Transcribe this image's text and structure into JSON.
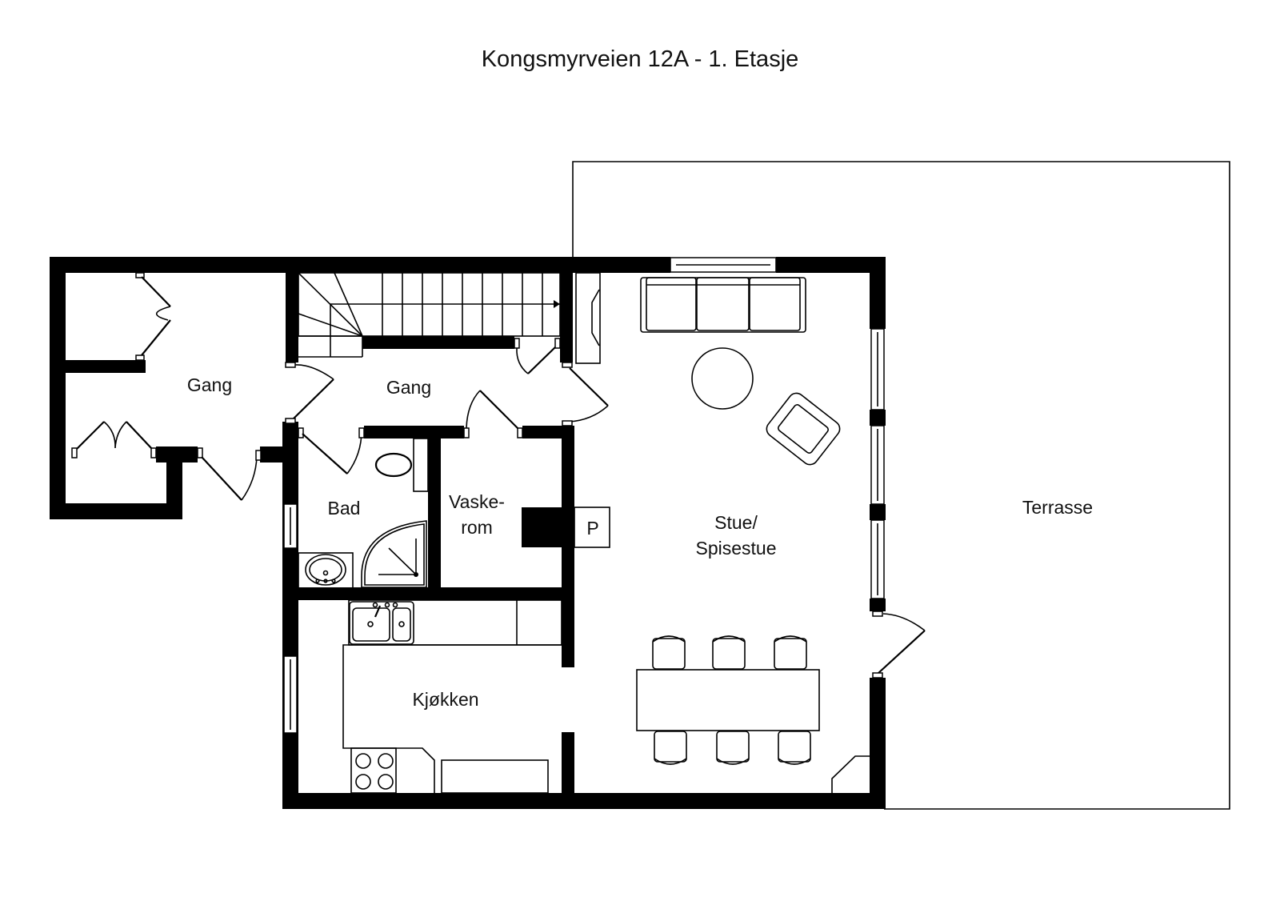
{
  "plan": {
    "title": "Kongsmyrveien 12A - 1. Etasje",
    "rooms": {
      "gang_left": "Gang",
      "gang_center": "Gang",
      "bad": "Bad",
      "vaskerom_line1": "Vaske-",
      "vaskerom_line2": "rom",
      "stue_line1": "Stue/",
      "stue_line2": "Spisestue",
      "kjokken": "Kjøkken",
      "terrasse": "Terrasse"
    },
    "fireplace_label": "P",
    "colors": {
      "wall": "#000000",
      "background": "#ffffff",
      "line": "#000000"
    }
  }
}
